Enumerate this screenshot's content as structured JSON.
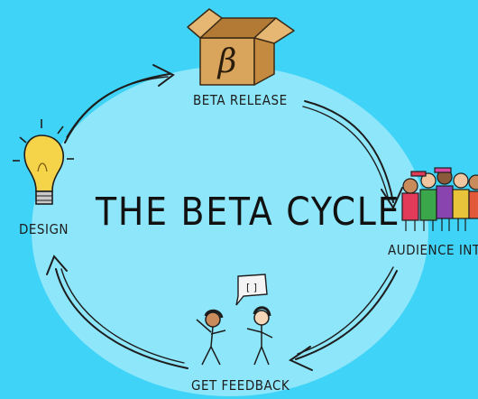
{
  "diagram": {
    "title": "THE BETA CYCLE",
    "stages": {
      "beta_release": "BETA RELEASE",
      "audience": "AUDIENCE INTO",
      "feedback": "GET FEEDBACK",
      "design": "DESIGN"
    },
    "box_symbol": "β",
    "colors": {
      "background": "#3fd3f7",
      "ellipse": "#8ee6fb",
      "ink": "#1d1d1d",
      "box": "#d9a55c",
      "bulb": "#f6d44a"
    },
    "icons": [
      "beta-box-icon",
      "lightbulb-icon",
      "crowd-icon",
      "two-people-icon",
      "speech-bubble-icon"
    ]
  }
}
